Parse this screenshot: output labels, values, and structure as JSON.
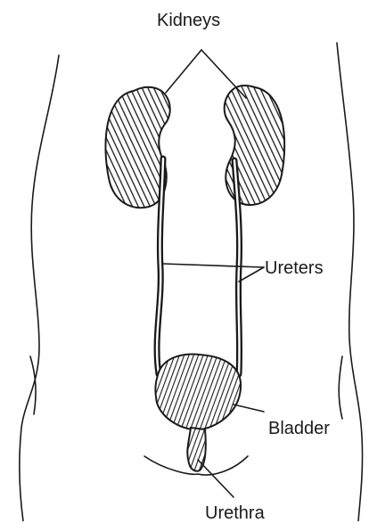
{
  "labels": {
    "kidneys": "Kidneys",
    "ureters": "Ureters",
    "bladder": "Bladder",
    "urethra": "Urethra"
  },
  "colors": {
    "ink": "#1a1a1a",
    "background": "#ffffff"
  }
}
